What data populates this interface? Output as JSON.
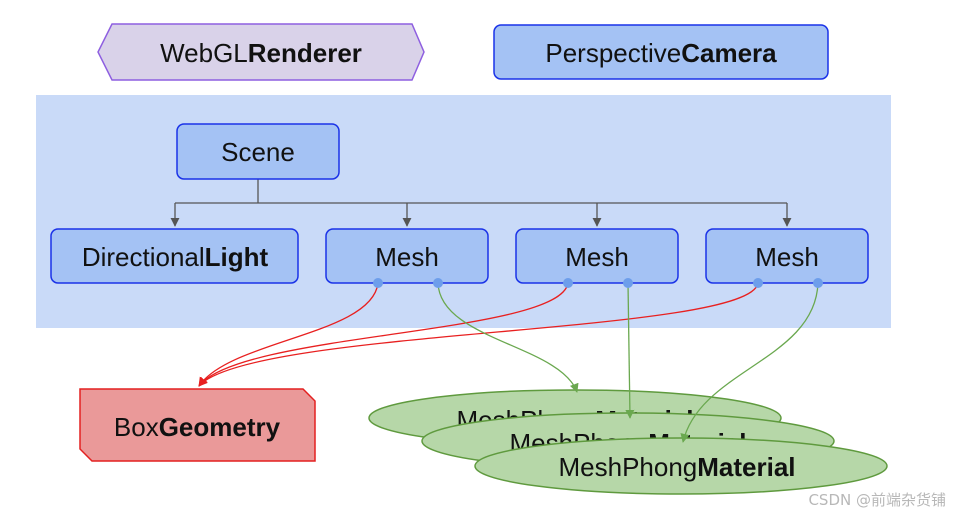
{
  "nodes": {
    "renderer": {
      "normal": "WebGL",
      "bold": "Renderer"
    },
    "camera": {
      "normal": "Perspective",
      "bold": "Camera"
    },
    "scene": {
      "label": "Scene"
    },
    "light": {
      "normal": "Directional",
      "bold": "Light"
    },
    "meshes": [
      {
        "label": "Mesh"
      },
      {
        "label": "Mesh"
      },
      {
        "label": "Mesh"
      }
    ],
    "geometry": {
      "normal": "Box",
      "bold": "Geometry"
    },
    "materials": [
      {
        "normal": "MeshPhong",
        "bold": "Material"
      },
      {
        "normal": "MeshPhong",
        "bold": "Material"
      },
      {
        "normal": "MeshPhong",
        "bold": "Material"
      }
    ]
  },
  "colors": {
    "scene_background": "#c9daf8",
    "node_fill": "#a4c2f4",
    "node_border": "#1a32e8",
    "renderer_fill": "#d9d2e9",
    "renderer_border": "#8e5fe0",
    "geometry_fill": "#ea9999",
    "geometry_border": "#e32020",
    "material_fill": "#b6d7a8",
    "material_border": "#5f9a3e",
    "geometry_link": "#e82020",
    "material_link": "#6aa84f",
    "tree_link": "#555555",
    "port": "#6d9eeb"
  },
  "watermark": "CSDN @前端杂货铺"
}
